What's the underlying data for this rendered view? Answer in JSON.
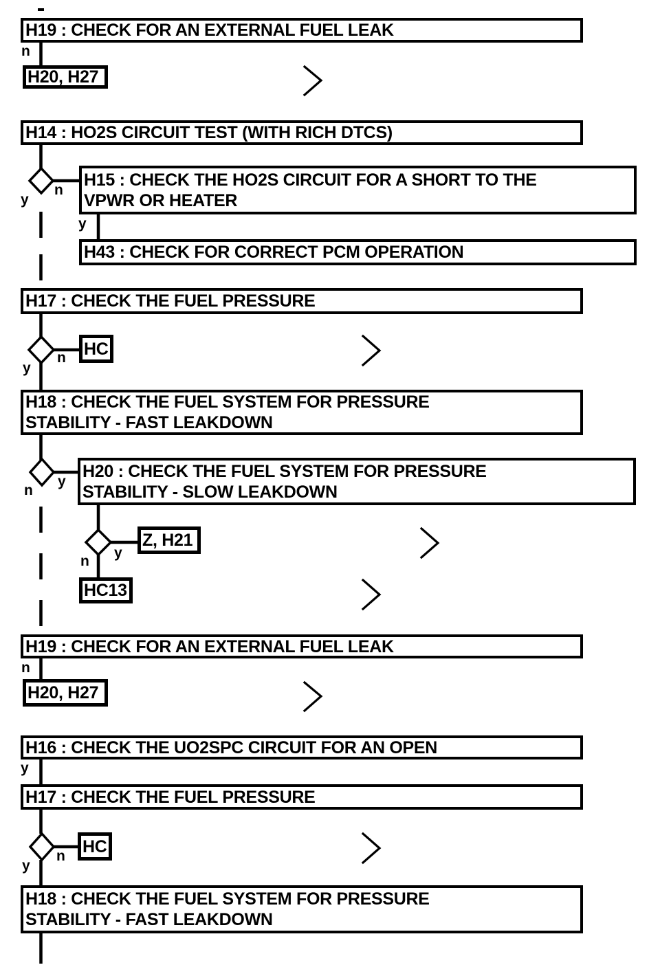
{
  "colors": {
    "ink": "#000000",
    "paper": "#ffffff"
  },
  "flow": {
    "branch": {
      "yes": "y",
      "no": "n"
    },
    "steps": [
      {
        "id": "h19-top",
        "text": "H19 : CHECK FOR AN EXTERNAL FUEL LEAK"
      },
      {
        "id": "h20-h27-top",
        "text": "H20, H27"
      },
      {
        "id": "h14",
        "text": "H14 : HO2S CIRCUIT TEST (WITH RICH DTCS)"
      },
      {
        "id": "h15",
        "text": "H15 : CHECK THE HO2S CIRCUIT FOR A SHORT TO THE\nVPWR OR HEATER"
      },
      {
        "id": "h43",
        "text": "H43 : CHECK FOR CORRECT PCM OPERATION"
      },
      {
        "id": "h17-first",
        "text": "H17 : CHECK THE FUEL PRESSURE"
      },
      {
        "id": "hc-first",
        "text": "HC"
      },
      {
        "id": "h18-first",
        "text": "H18 : CHECK THE FUEL SYSTEM FOR PRESSURE\nSTABILITY - FAST LEAKDOWN"
      },
      {
        "id": "h20",
        "text": "H20 : CHECK THE FUEL SYSTEM FOR PRESSURE\nSTABILITY - SLOW LEAKDOWN"
      },
      {
        "id": "z-h21",
        "text": "Z, H21"
      },
      {
        "id": "hc13",
        "text": "HC13"
      },
      {
        "id": "h19-repeat",
        "text": "H19 : CHECK FOR AN EXTERNAL FUEL LEAK"
      },
      {
        "id": "h20-h27-repeat",
        "text": "H20, H27"
      },
      {
        "id": "h16",
        "text": "H16 : CHECK THE UO2SPC CIRCUIT FOR AN OPEN"
      },
      {
        "id": "h17-second",
        "text": "H17 : CHECK THE FUEL PRESSURE"
      },
      {
        "id": "hc-second",
        "text": "HC"
      },
      {
        "id": "h18-second",
        "text": "H18 : CHECK THE FUEL SYSTEM FOR PRESSURE\nSTABILITY - FAST LEAKDOWN"
      }
    ]
  }
}
